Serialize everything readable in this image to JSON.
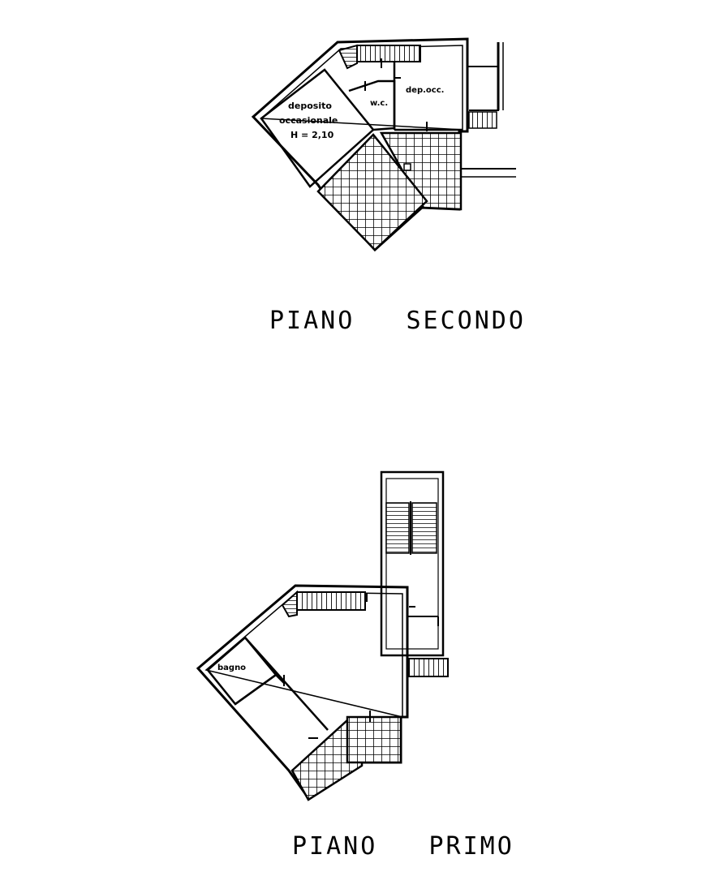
{
  "plans": {
    "second": {
      "title": "PIANO   SECONDO",
      "rooms": {
        "deposit_line1": "deposito",
        "deposit_line2": "occasionale",
        "deposit_line3": "H = 2,10",
        "wc": "w.c.",
        "dep_occ": "dep.occ."
      }
    },
    "first": {
      "title": "PIANO   PRIMO",
      "rooms": {
        "bathroom": "bagno"
      }
    }
  },
  "colors": {
    "ink": "#000000",
    "paper": "#ffffff"
  }
}
